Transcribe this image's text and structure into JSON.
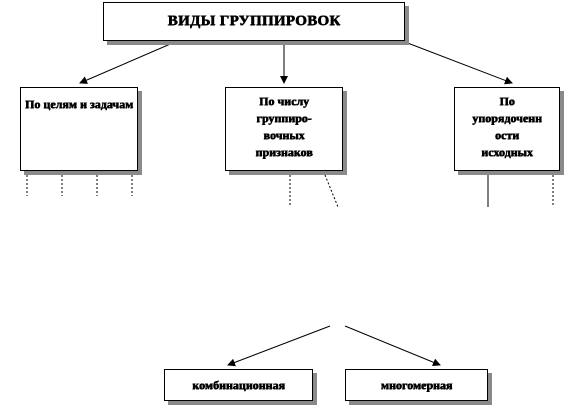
{
  "diagram": {
    "root": {
      "label": "ВИДЫ ГРУППИРОВОК"
    },
    "branches": [
      {
        "label": "По целям и задачам"
      },
      {
        "label": "По числу\nгруппиро-\nвочных\nпризнаков"
      },
      {
        "label": "По\nупорядоченн\nости\nисходных"
      }
    ],
    "leaves": [
      {
        "label": "комбинационная"
      },
      {
        "label": "многомерная"
      }
    ]
  },
  "colors": {
    "stroke": "#000000",
    "shadow": "#8a8a8a",
    "background": "#ffffff"
  }
}
